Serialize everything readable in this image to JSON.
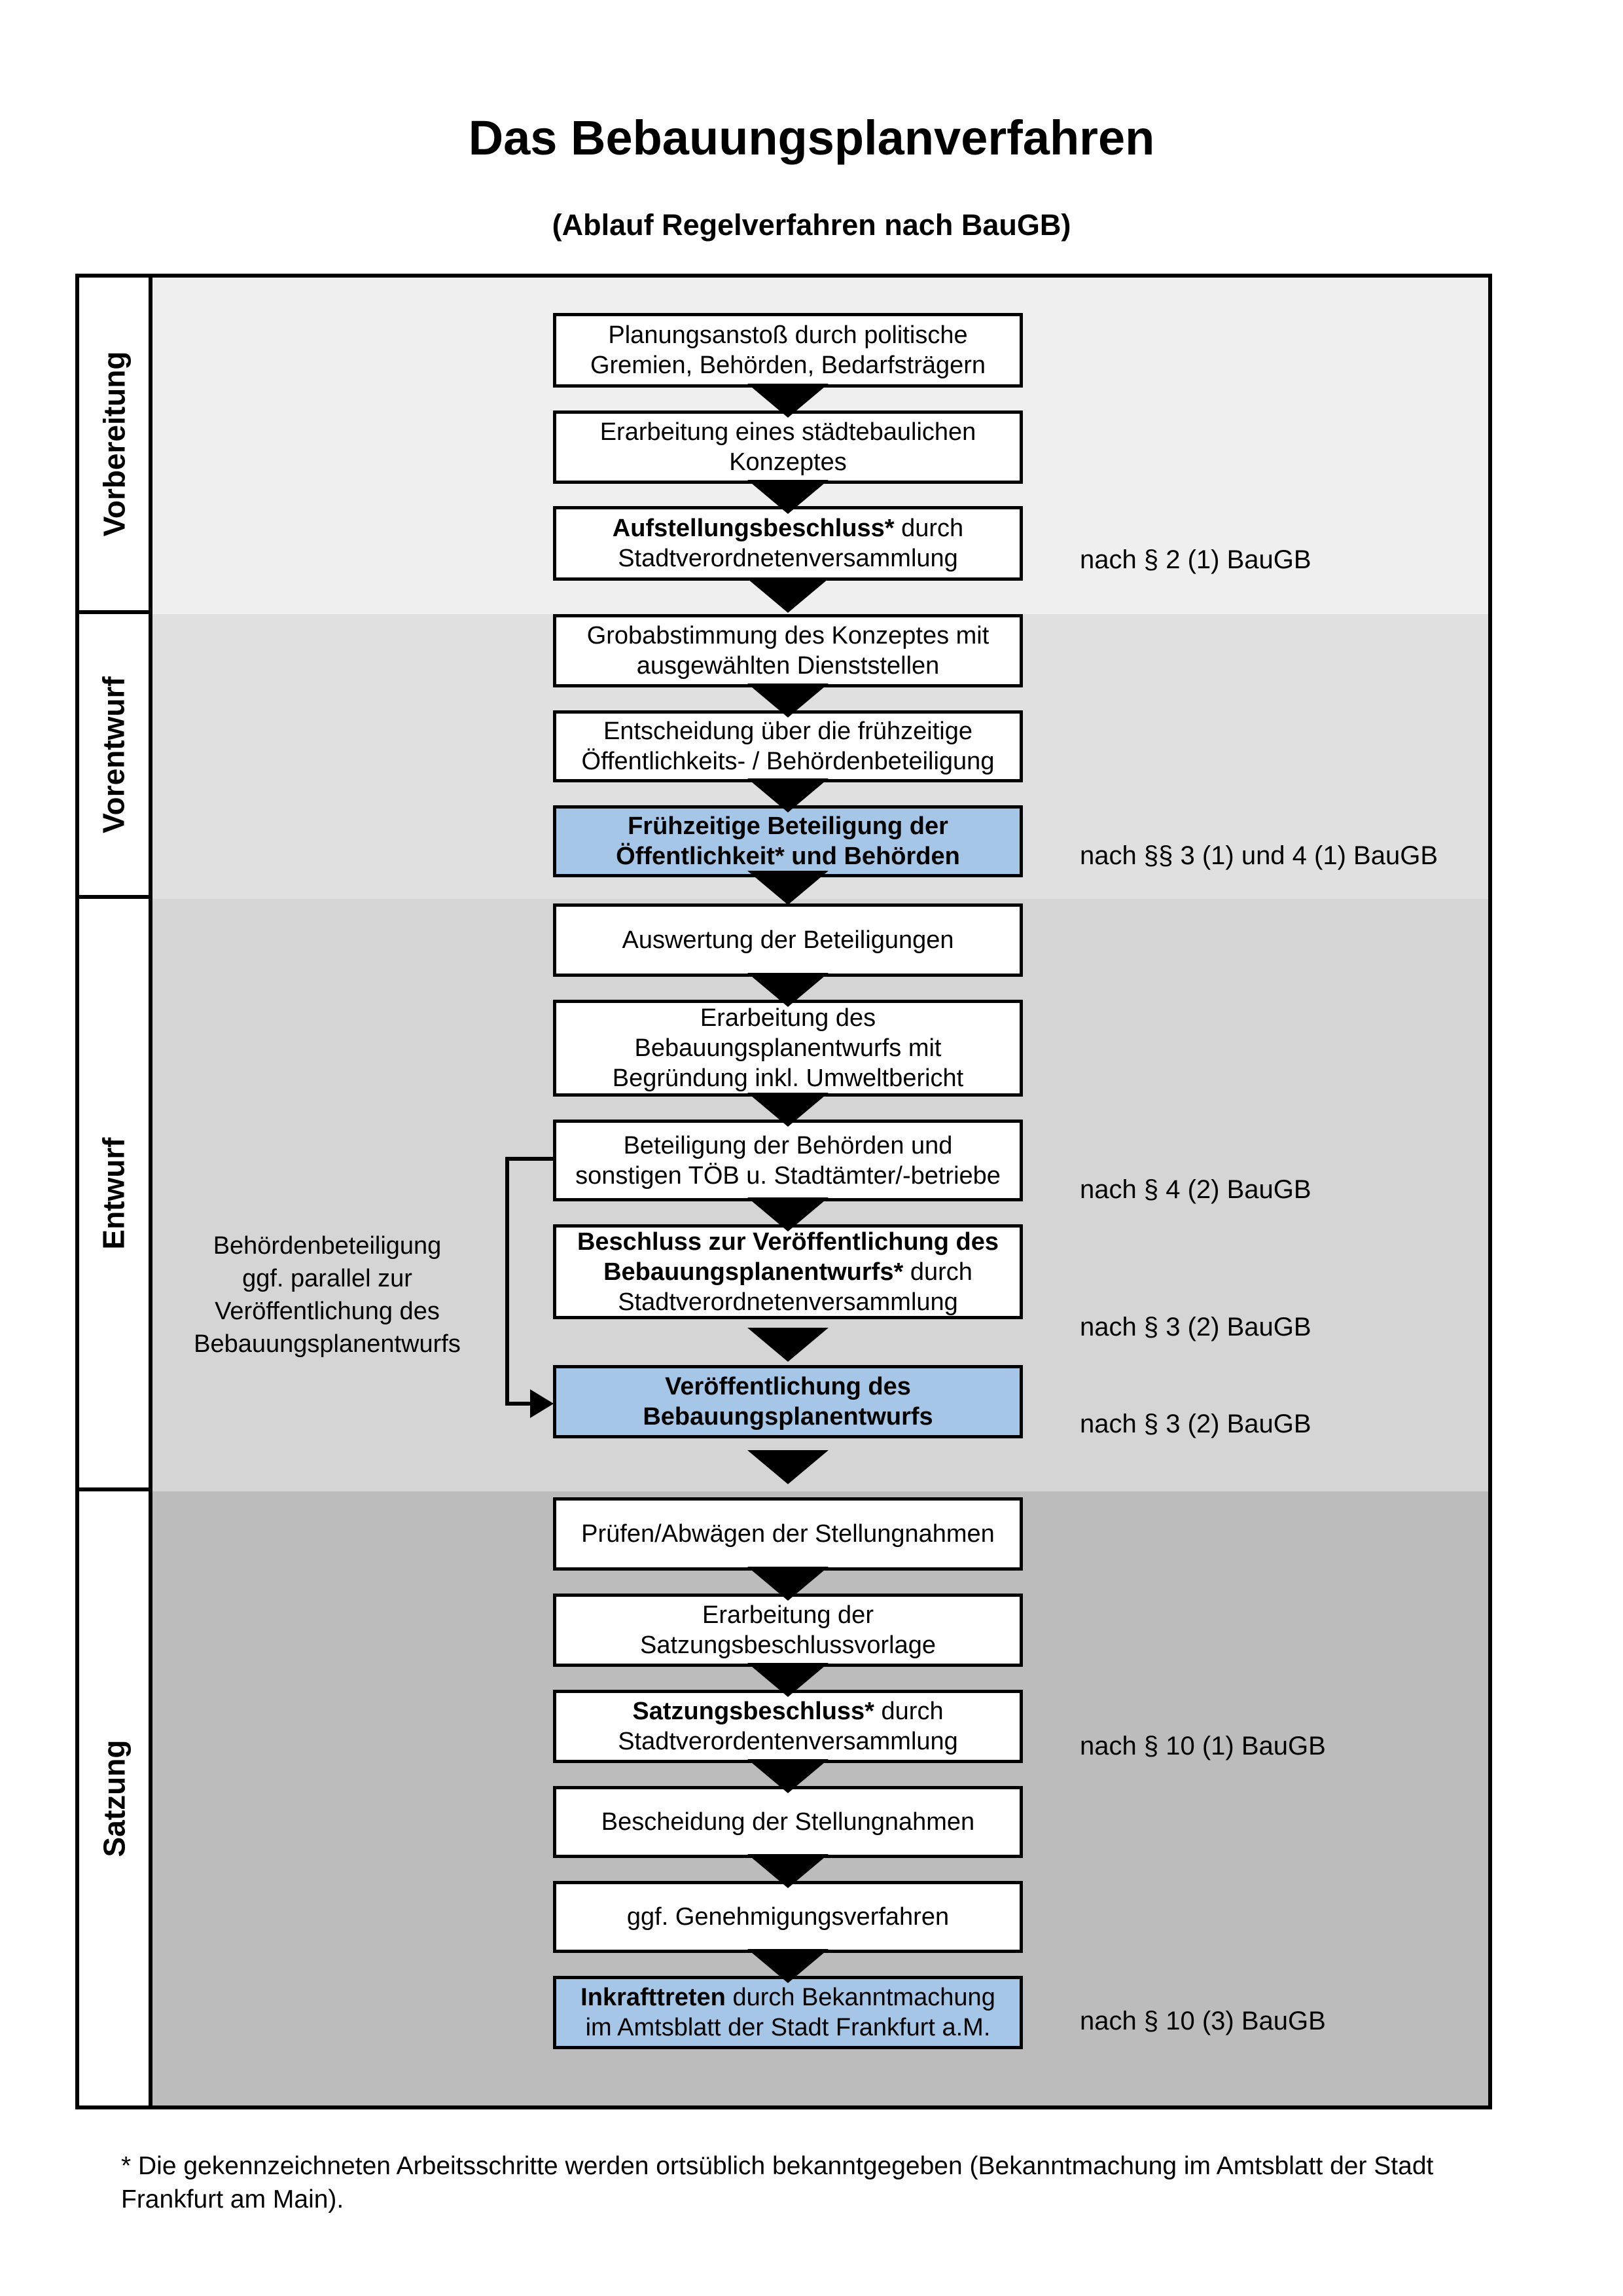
{
  "title": "Das Bebauungsplanverfahren",
  "subtitle": "(Ablauf Regelverfahren nach BauGB)",
  "colors": {
    "highlight_blue": "#A6C6E7",
    "band_vorbereitung": "#EFEFEF",
    "band_vorentwurf": "#E0E0E0",
    "band_entwurf": "#D5D5D5",
    "band_satzung": "#BCBCBC"
  },
  "sidebar": {
    "sections": [
      {
        "label": "Vorbereitung"
      },
      {
        "label": "Vorentwurf"
      },
      {
        "label": "Entwurf"
      },
      {
        "label": "Satzung"
      }
    ]
  },
  "flow": {
    "boxes": [
      {
        "highlight": false,
        "lines": [
          [
            {
              "t": "Planungsanstoß durch politische",
              "b": false
            }
          ],
          [
            {
              "t": "Gremien, Behörden, Bedarfsträgern",
              "b": false
            }
          ]
        ]
      },
      {
        "highlight": false,
        "lines": [
          [
            {
              "t": "Erarbeitung eines städtebaulichen",
              "b": false
            }
          ],
          [
            {
              "t": "Konzeptes",
              "b": false
            }
          ]
        ]
      },
      {
        "highlight": false,
        "lines": [
          [
            {
              "t": "Aufstellungsbeschluss*",
              "b": true
            },
            {
              "t": " durch",
              "b": false
            }
          ],
          [
            {
              "t": "Stadtverordnetenversammlung",
              "b": false
            }
          ]
        ]
      },
      {
        "highlight": false,
        "lines": [
          [
            {
              "t": "Grobabstimmung des Konzeptes mit",
              "b": false
            }
          ],
          [
            {
              "t": "ausgewählten Dienststellen",
              "b": false
            }
          ]
        ]
      },
      {
        "highlight": false,
        "lines": [
          [
            {
              "t": "Entscheidung über die frühzeitige",
              "b": false
            }
          ],
          [
            {
              "t": "Öffentlichkeits- / Behördenbeteiligung",
              "b": false
            }
          ]
        ]
      },
      {
        "highlight": true,
        "lines": [
          [
            {
              "t": "Frühzeitige Beteiligung der",
              "b": true
            }
          ],
          [
            {
              "t": "Öffentlichkeit* und Behörden",
              "b": true
            }
          ]
        ]
      },
      {
        "highlight": false,
        "lines": [
          [
            {
              "t": "Auswertung der Beteiligungen",
              "b": false
            }
          ]
        ]
      },
      {
        "highlight": false,
        "lines": [
          [
            {
              "t": "Erarbeitung des",
              "b": false
            }
          ],
          [
            {
              "t": "Bebauungsplanentwurfs mit",
              "b": false
            }
          ],
          [
            {
              "t": "Begründung inkl. Umweltbericht",
              "b": false
            }
          ]
        ]
      },
      {
        "highlight": false,
        "lines": [
          [
            {
              "t": "Beteiligung der Behörden und",
              "b": false
            }
          ],
          [
            {
              "t": "sonstigen TÖB u. Stadtämter/-betriebe",
              "b": false
            }
          ]
        ]
      },
      {
        "highlight": false,
        "lines": [
          [
            {
              "t": "Beschluss zur Veröffentlichung des",
              "b": true
            }
          ],
          [
            {
              "t": "Bebauungsplanentwurfs*",
              "b": true
            },
            {
              "t": " durch",
              "b": false
            }
          ],
          [
            {
              "t": "Stadtverordnetenversammlung",
              "b": false
            }
          ]
        ]
      },
      {
        "highlight": true,
        "lines": [
          [
            {
              "t": "Veröffentlichung des",
              "b": true
            }
          ],
          [
            {
              "t": "Bebauungsplanentwurfs",
              "b": true
            }
          ]
        ]
      },
      {
        "highlight": false,
        "lines": [
          [
            {
              "t": "Prüfen/Abwägen der Stellungnahmen",
              "b": false
            }
          ]
        ]
      },
      {
        "highlight": false,
        "lines": [
          [
            {
              "t": "Erarbeitung der",
              "b": false
            }
          ],
          [
            {
              "t": "Satzungsbeschlussvorlage",
              "b": false
            }
          ]
        ]
      },
      {
        "highlight": false,
        "lines": [
          [
            {
              "t": "Satzungsbeschluss*",
              "b": true
            },
            {
              "t": " durch",
              "b": false
            }
          ],
          [
            {
              "t": "Stadtverordentenversammlung",
              "b": false
            }
          ]
        ]
      },
      {
        "highlight": false,
        "lines": [
          [
            {
              "t": "Bescheidung der Stellungnahmen",
              "b": false
            }
          ]
        ]
      },
      {
        "highlight": false,
        "lines": [
          [
            {
              "t": "ggf. Genehmigungsverfahren",
              "b": false
            }
          ]
        ]
      },
      {
        "highlight": true,
        "lines": [
          [
            {
              "t": "Inkrafttreten",
              "b": true
            },
            {
              "t": " durch Bekanntmachung",
              "b": false
            }
          ],
          [
            {
              "t": "im Amtsblatt der Stadt Frankfurt a.M.",
              "b": false
            }
          ]
        ]
      }
    ]
  },
  "side_notes": [
    {
      "text": "nach § 2 (1) BauGB"
    },
    {
      "text": "nach §§ 3 (1) und 4 (1) BauGB"
    },
    {
      "text": "nach § 4 (2) BauGB"
    },
    {
      "text": "nach § 3 (2) BauGB"
    },
    {
      "text": "nach § 3 (2) BauGB"
    },
    {
      "text": "nach § 10 (1) BauGB"
    },
    {
      "text": "nach § 10 (3) BauGB"
    }
  ],
  "left_annotation": {
    "lines": [
      [
        {
          "t": "Behördenbeteiligung",
          "b": false
        }
      ],
      [
        {
          "t": "ggf. parallel zur",
          "b": false
        }
      ],
      [
        {
          "t": "Veröffentlichung des",
          "b": false
        }
      ],
      [
        {
          "t": "Bebauungsplanentwurfs",
          "b": false
        }
      ]
    ]
  },
  "footnote": "* Die gekennzeichneten Arbeitsschritte werden ortsüblich bekanntgegeben (Bekanntmachung im Amtsblatt  der Stadt Frankfurt am Main)."
}
